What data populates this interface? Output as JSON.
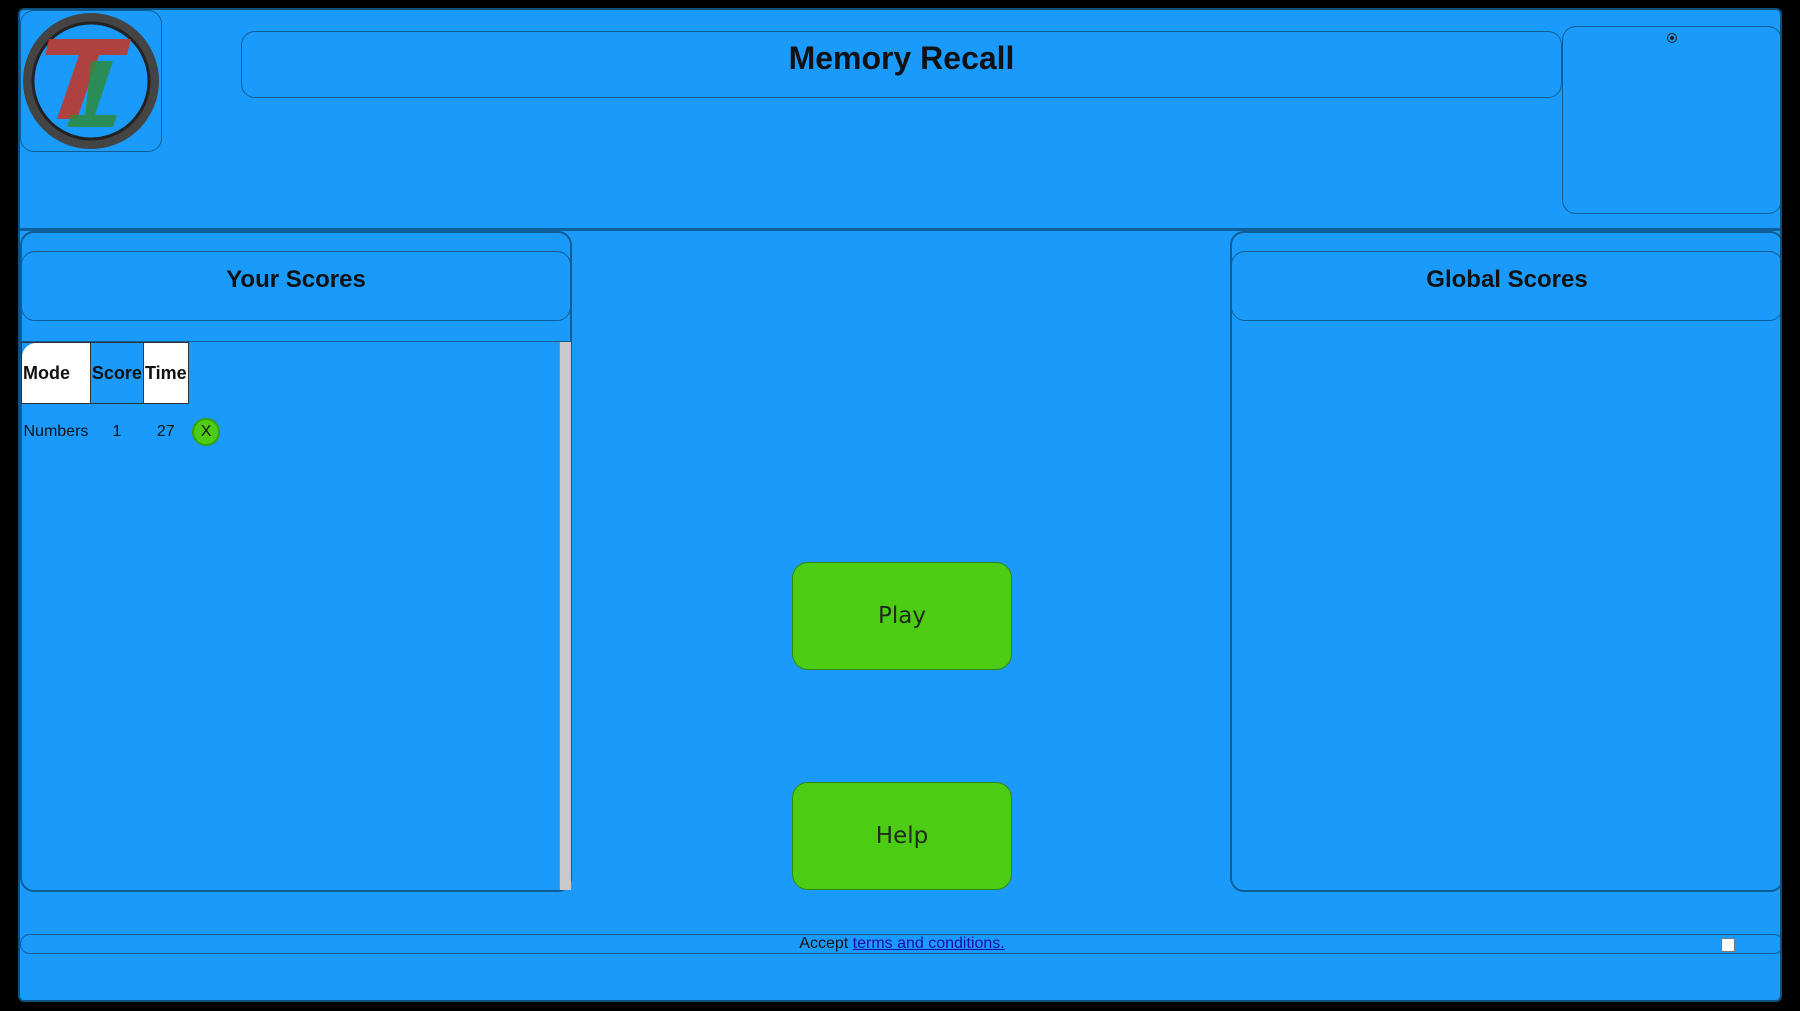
{
  "header": {
    "title": "Memory Recall",
    "logo_icon": "ti-logo-icon",
    "settings_icon": "target-icon"
  },
  "your_scores": {
    "title": "Your Scores",
    "columns": [
      "Mode",
      "Score",
      "Time"
    ],
    "active_column": "Score",
    "rows": [
      {
        "mode": "Numbers",
        "score": "1",
        "time": "27",
        "delete_label": "X"
      }
    ]
  },
  "global_scores": {
    "title": "Global Scores"
  },
  "actions": {
    "play_label": "Play",
    "help_label": "Help"
  },
  "footer": {
    "accept_text": "Accept ",
    "terms_link": "terms and conditions."
  },
  "colors": {
    "background": "#1a9bfc",
    "button_green": "#4ccd14",
    "link": "#1a0dab"
  }
}
